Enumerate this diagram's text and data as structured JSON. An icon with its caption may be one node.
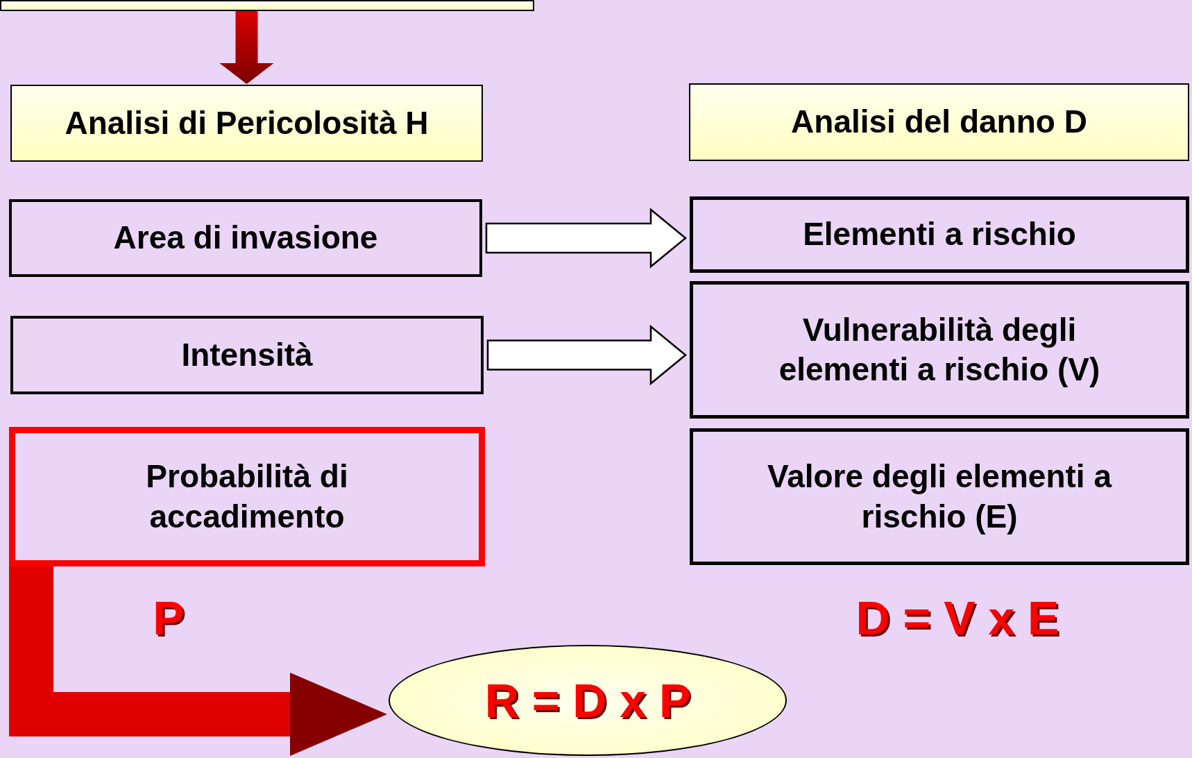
{
  "diagram": {
    "nodes": [
      {
        "text": [],
        "shape": "box"
      },
      {
        "text": [
          "Analisi di Pericolosità H"
        ]
      },
      {
        "text": [
          "Analisi del danno D"
        ]
      },
      {
        "text": [
          "Area di invasione"
        ]
      },
      {
        "text": [
          "Intensità"
        ]
      },
      {
        "text": [
          "Probabilità di accadimento"
        ]
      },
      {
        "text": [
          "Elementi a rischio"
        ]
      },
      {
        "text": [
          "Vulnerabilità degli elementi a rischio (V)"
        ]
      },
      {
        "text": [
          "Valore degli elementi a rischio (E)"
        ]
      },
      {
        "text": [
          "R = D x P"
        ]
      }
    ],
    "edges": [
      {
        "from": 0,
        "to": 1,
        "arrow": "to",
        "color": "#e00000"
      },
      {
        "from": 3,
        "to": 6,
        "arrow": "to"
      },
      {
        "from": 4,
        "to": 7,
        "arrow": "to"
      },
      {
        "from": 5,
        "to": 9,
        "arrow": "to",
        "color": "#e00000"
      }
    ],
    "labels": [
      "P",
      "D = V x E"
    ]
  }
}
